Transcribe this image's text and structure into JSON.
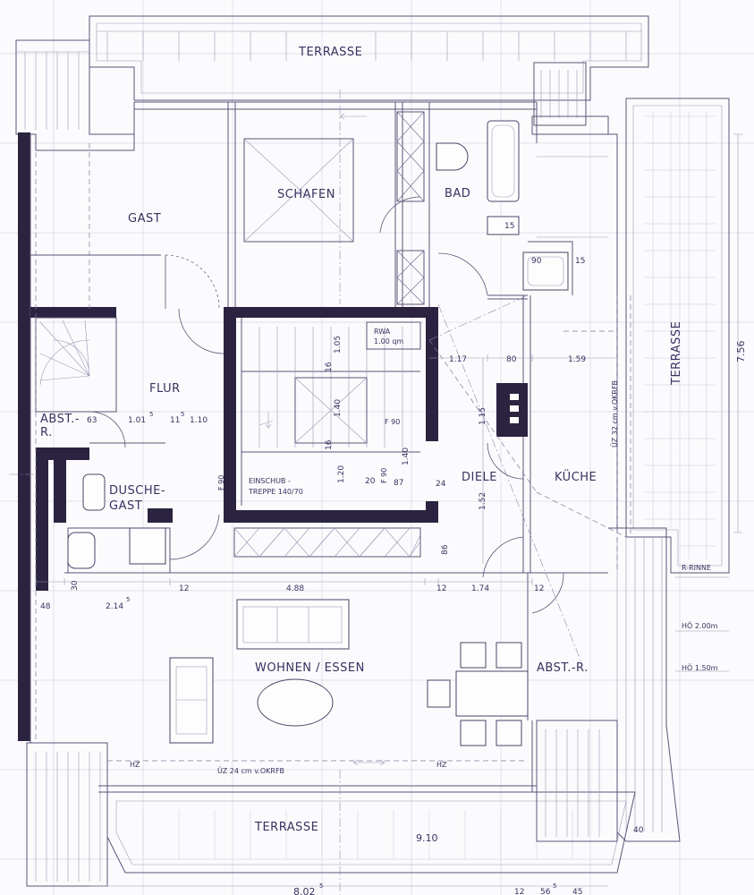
{
  "rooms": {
    "terrasse_top": "TERRASSE",
    "terrasse_right": "TERRASSE",
    "terrasse_bottom": "TERRASSE",
    "gast": "GAST",
    "schafen": "SCHAFEN",
    "bad": "BAD",
    "flur": "FLUR",
    "abst_r_left": "ABST.-",
    "abst_r_left_2": "R.",
    "dusche_gast": "DUSCHE-",
    "dusche_gast_2": "GAST",
    "diele": "DIELE",
    "kueche": "KÜCHE",
    "wohnen_essen": "WOHNEN / ESSEN",
    "abst_r_right": "ABST.-R."
  },
  "notes": {
    "rwa": "RWA",
    "rwa_height": "1.00 qm",
    "f90_stair": "F 90",
    "f90_left": "F 90",
    "f90_mid": "F 90",
    "einschub": "EINSCHUB -",
    "treppe": "TREPPE 140/70",
    "uz_kitchen": "ÜZ 32 cm v.OKRFB",
    "uz_living": "ÜZ 24 cm v.OKRFB",
    "hz_left": "HZ",
    "hz_right": "HZ",
    "r_rinne": "R-RINNE",
    "hoe_200": "HÖ 2.00m",
    "hoe_150": "HÖ 1.50m"
  },
  "dimensions": {
    "d_756": "7.56",
    "d_105": "1.05",
    "d_16a": "16",
    "d_140a": "1.40",
    "d_16b": "16",
    "d_120": "1.20",
    "d_140b": "1.40",
    "d_117": "1.17",
    "d_80": "80",
    "d_159": "1.59",
    "d_115": "1.15",
    "d_152": "1.52",
    "d_20": "20",
    "d_87": "87",
    "d_24": "24",
    "d_86": "86",
    "d_15a": "15",
    "d_90": "90",
    "d_15b": "15",
    "d_63": "63",
    "d_101": "1.01",
    "d_101_sup": "5",
    "d_11": "11",
    "d_11_sup": "5",
    "d_110": "1.10",
    "d_30": "30",
    "d_48": "48",
    "d_214": "2.14",
    "d_214_sup": "5",
    "d_12a": "12",
    "d_488": "4.88",
    "d_12b": "12",
    "d_174": "1.74",
    "d_12c": "12",
    "d_910": "9.10",
    "d_40": "40",
    "d_802": "8.02",
    "d_802_sup": "5",
    "d_12_56": "12",
    "d_56": "56",
    "d_56_sup": "5",
    "d_45": "45"
  },
  "colors": {
    "ink": "#2c2340",
    "label": "#3a3160",
    "paper": "#fbfbfd"
  }
}
